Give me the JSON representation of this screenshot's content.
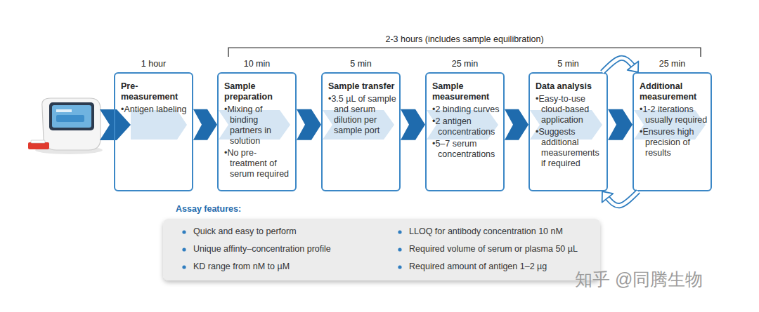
{
  "diagram": {
    "nodes": [
      {
        "text": [
          "Pre- measurement",
          "•Antigen labeling"
        ]
      },
      {
        "text": [
          "Sample preparation",
          "•Mixing of binding partners in solution",
          "•No pre- treatment of serum required"
        ]
      },
      {
        "text": [
          "Sample transfer",
          "•3.5 µL of sample and serum dilution per sample port"
        ]
      },
      {
        "text": [
          "Sample measurement",
          "•2 binding curves",
          "•2 antigen concentrations",
          "•5–7 serum concentrations"
        ]
      },
      {
        "text": [
          "Data analysis",
          "•Easy-to-use cloud-based application",
          "•Suggests additional measurements if required"
        ]
      },
      {
        "text": [
          "Additional measurement",
          "•1-2 iterations usually required",
          "•Ensures high precision of results"
        ]
      }
    ],
    "edges": [
      {
        "from": 0,
        "to": 1,
        "arrow": "to"
      },
      {
        "from": 1,
        "to": 2,
        "arrow": "to"
      },
      {
        "from": 2,
        "to": 3,
        "arrow": "to"
      },
      {
        "from": 3,
        "to": 4,
        "arrow": "to"
      },
      {
        "from": 4,
        "to": 5,
        "arrow": "to"
      },
      {
        "from": 4,
        "to": 5,
        "arrow": "to"
      },
      {
        "from": 5,
        "to": 4,
        "arrow": "to"
      }
    ],
    "labels": [
      "2-3 hours (includes sample equilibration)",
      "1 hour",
      "10 min",
      "5 min",
      "25 min",
      "5 min",
      "25 min",
      "Assay features:",
      "Quick and easy to perform",
      "Unique affinty–concentration profile",
      "KD range from nM to µM",
      "LLOQ for antibody concentration 10 nM",
      "Required volume of serum or plasma 50 µL",
      "Required amount of antigen 1–2 µg",
      "知乎 @同腾生物"
    ]
  }
}
